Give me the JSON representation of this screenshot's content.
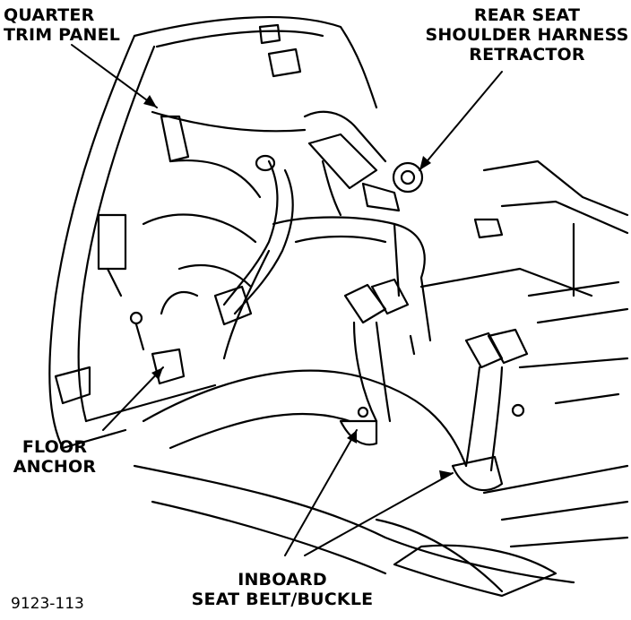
{
  "callouts": {
    "quarter_trim_panel": [
      "QUARTER",
      "TRIM PANEL"
    ],
    "retractor": [
      "REAR SEAT",
      "SHOULDER HARNESS",
      "RETRACTOR"
    ],
    "floor_anchor": [
      "FLOOR",
      "ANCHOR"
    ],
    "inboard_buckle": [
      "INBOARD",
      "SEAT BELT/BUCKLE"
    ]
  },
  "figure_number": "9123-113"
}
